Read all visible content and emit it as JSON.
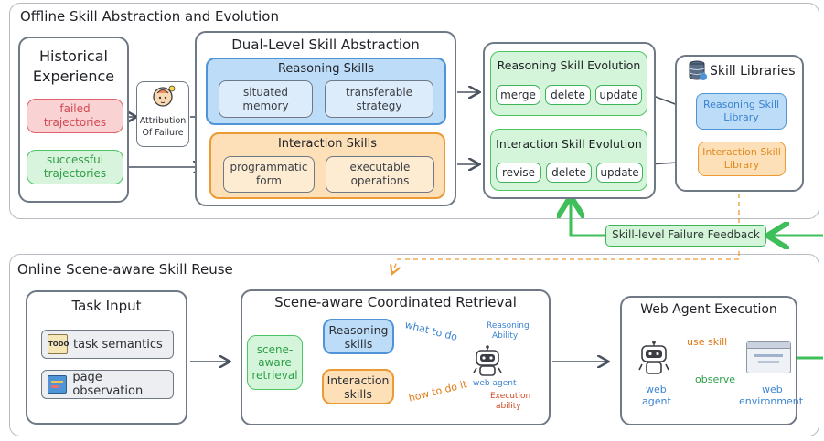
{
  "offline": {
    "title": "Offline Skill Abstraction and Evolution",
    "historical": {
      "title_line1": "Historical",
      "title_line2": "Experience",
      "failed_line1": "failed",
      "failed_line2": "trajectories",
      "success_line1": "successful",
      "success_line2": "trajectories"
    },
    "attribution_line1": "Attribution",
    "attribution_line2": "Of Failure",
    "dual": {
      "title": "Dual-Level Skill Abstraction",
      "reasoning_title": "Reasoning Skills",
      "reasoning_items": [
        {
          "line1": "situated",
          "line2": "memory"
        },
        {
          "line1": "transferable",
          "line2": "strategy"
        }
      ],
      "interaction_title": "Interaction Skills",
      "interaction_items": [
        {
          "line1": "programmatic",
          "line2": "form"
        },
        {
          "line1": "executable",
          "line2": "operations"
        }
      ]
    },
    "evolution": {
      "reasoning_title": "Reasoning Skill Evolution",
      "reasoning_ops": [
        "merge",
        "delete",
        "update"
      ],
      "interaction_title": "Interaction Skill Evolution",
      "interaction_ops": [
        "revise",
        "delete",
        "update"
      ]
    },
    "libraries": {
      "title": "Skill Libraries",
      "reasoning_line1": "Reasoning Skill",
      "reasoning_line2": "Library",
      "interaction_line1": "Interaction Skill",
      "interaction_line2": "Library"
    },
    "feedback": "Skill-level Failure Feedback"
  },
  "online": {
    "title": "Online Scene-aware Skill Reuse",
    "task": {
      "title": "Task Input",
      "item1": "task semantics",
      "item2": "page observation",
      "todo_icon_text": "TODO"
    },
    "retrieval": {
      "title": "Scene-aware Coordinated Retrieval",
      "scene_line1": "scene-",
      "scene_line2": "aware",
      "scene_line3": "retrieval",
      "reasoning_line1": "Reasoning",
      "reasoning_line2": "skills",
      "interaction_line1": "Interaction",
      "interaction_line2": "skills",
      "what_to_do": "what to do",
      "how_to_do_it": "how to do it",
      "web_agent": "web agent",
      "reasoning_ability_line1": "Reasoning",
      "reasoning_ability_line2": "Ability",
      "execution_ability_line1": "Execution",
      "execution_ability_line2": "ability"
    },
    "execution": {
      "title": "Web Agent Execution",
      "use_skill": "use skill",
      "observe": "observe",
      "agent_line1": "web",
      "agent_line2": "agent",
      "env_line1": "web",
      "env_line2": "environment"
    }
  },
  "colors": {
    "blue": "#4e94d6",
    "orange": "#ec9a35",
    "green": "#4cc464",
    "red": "#e2616b",
    "panel_border": "#6f7885"
  }
}
